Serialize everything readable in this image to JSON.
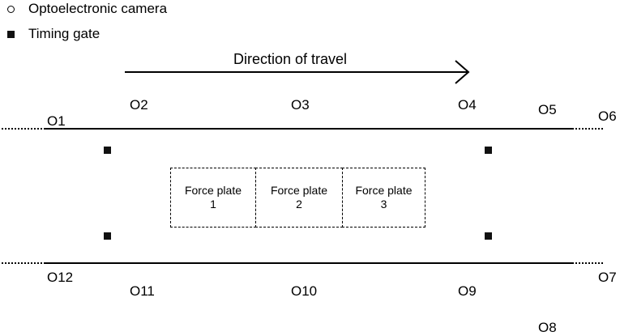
{
  "legend": {
    "camera_label": "Optoelectronic camera",
    "gate_label": "Timing gate"
  },
  "direction_label": "Direction of travel",
  "cameras": {
    "o1": "O1",
    "o2": "O2",
    "o3": "O3",
    "o4": "O4",
    "o5": "O5",
    "o6": "O6",
    "o7": "O7",
    "o8": "O8",
    "o9": "O9",
    "o10": "O10",
    "o11": "O11",
    "o12": "O12"
  },
  "plates": [
    {
      "name": "Force plate",
      "number": "1"
    },
    {
      "name": "Force plate",
      "number": "2"
    },
    {
      "name": "Force plate",
      "number": "3"
    }
  ]
}
